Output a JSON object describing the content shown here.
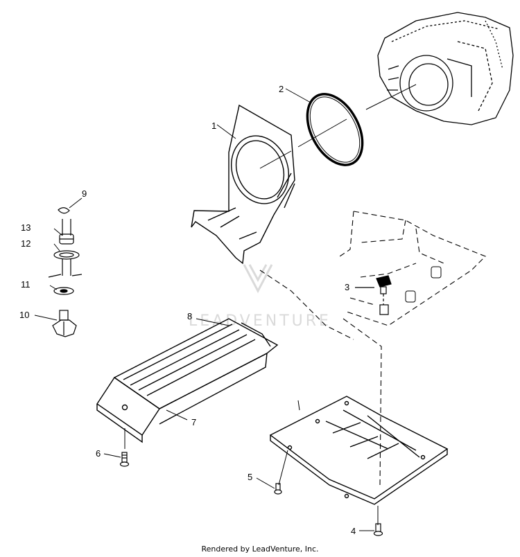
{
  "watermark": "LEADVENTURE",
  "credit": "Rendered by LeadVenture, Inc.",
  "callouts": [
    "1",
    "2",
    "3",
    "4",
    "5",
    "6",
    "7",
    "8",
    "9",
    "10",
    "11",
    "12",
    "13"
  ],
  "colors": {
    "ink": "#000000",
    "watermark": "#d6d6d6"
  }
}
